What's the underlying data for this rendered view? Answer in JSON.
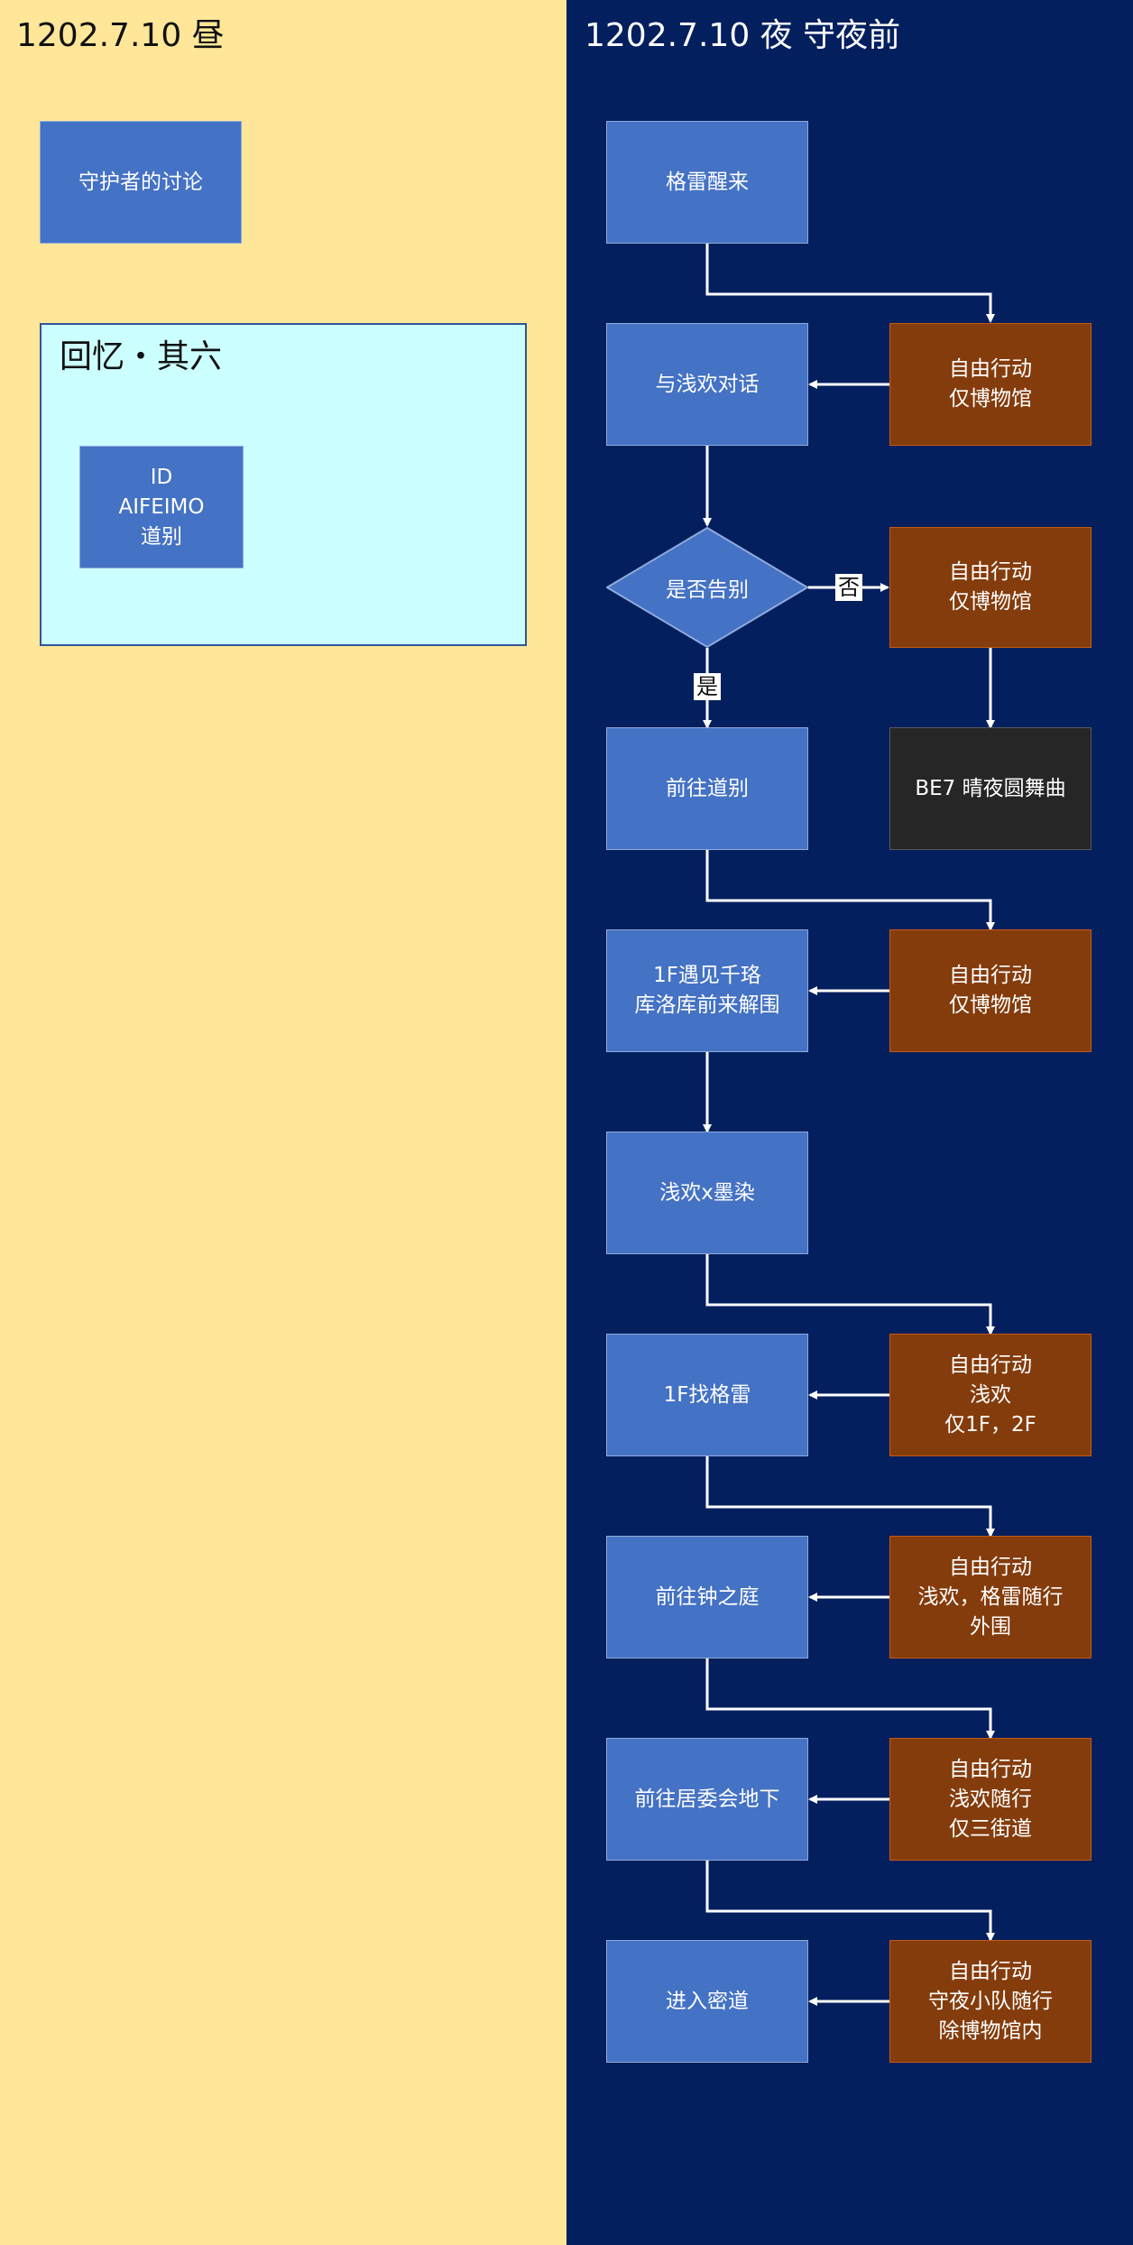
{
  "day": {
    "heading": "1202.7.10 昼",
    "guardians_node": "守护者的讨论",
    "memory_title": "回忆・其六",
    "memory_node": [
      "ID",
      "AIFEIMO",
      "道别"
    ]
  },
  "night": {
    "heading": "1202.7.10 夜 守夜前",
    "main": {
      "n1": [
        "格雷醒来"
      ],
      "n2": [
        "与浅欢对话"
      ],
      "decision": "是否告别",
      "n3": [
        "前往道别"
      ],
      "n4": [
        "1F遇见千珞",
        "库洛库前来解围"
      ],
      "n5": [
        "浅欢x墨染"
      ],
      "n6": [
        "1F找格雷"
      ],
      "n7": [
        "前往钟之庭"
      ],
      "n8": [
        "前往居委会地下"
      ],
      "n9": [
        "进入密道"
      ]
    },
    "side": {
      "s1": [
        "自由行动",
        "仅博物馆"
      ],
      "s2": [
        "自由行动",
        "仅博物馆"
      ],
      "ending": [
        "BE7 晴夜圆舞曲"
      ],
      "s3": [
        "自由行动",
        "仅博物馆"
      ],
      "s4": [
        "自由行动",
        "浅欢",
        "仅1F，2F"
      ],
      "s5": [
        "自由行动",
        "浅欢，格雷随行",
        "外围"
      ],
      "s6": [
        "自由行动",
        "浅欢随行",
        "仅三街道"
      ],
      "s7": [
        "自由行动",
        "守夜小队随行",
        "除博物馆内"
      ]
    },
    "edge_labels": {
      "no": "否",
      "yes": "是"
    }
  },
  "colors": {
    "day_bg": "#FFE699",
    "night_bg": "#031F5E",
    "memory_bg": "#CCFFFF",
    "blue_node": "#4472C4",
    "brown_node": "#843C0C",
    "dark_node": "#262626",
    "connector": "#FFFFFF"
  }
}
